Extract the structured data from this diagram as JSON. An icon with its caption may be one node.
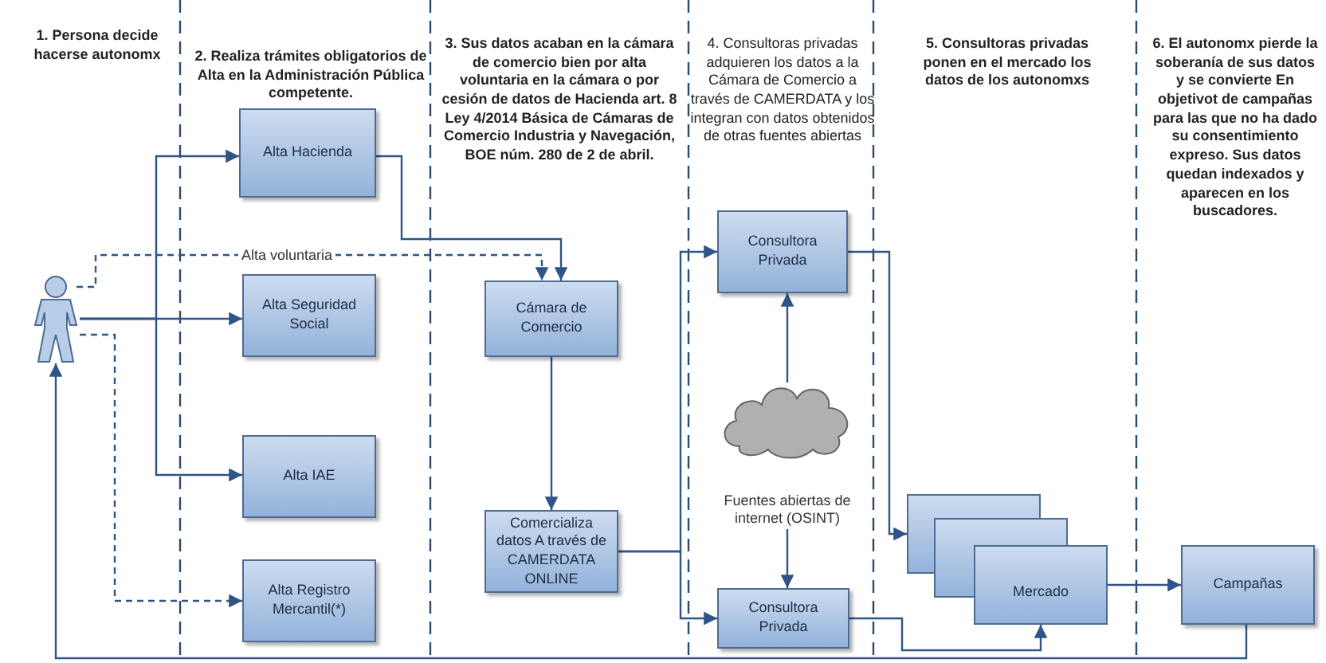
{
  "diagram": {
    "nodes": [
      {
        "text": [],
        "shape": "person"
      },
      {
        "text": [
          "Alta Hacienda"
        ]
      },
      {
        "text": [
          "Alta Seguridad Social"
        ]
      },
      {
        "text": [
          "Alta IAE"
        ]
      },
      {
        "text": [
          "Alta Registro Mercantil(*)"
        ]
      },
      {
        "text": [
          "Cámara de Comercio"
        ]
      },
      {
        "text": [
          "Comercializa datos A través de CAMERDATA ONLINE"
        ]
      },
      {
        "text": [
          "Consultora Privada"
        ]
      },
      {
        "text": [
          "Fuentes abiertas de internet (OSINT)"
        ]
      },
      {
        "text": [
          "Consultora Privada"
        ]
      },
      {
        "text": [
          "Mercado"
        ]
      },
      {
        "text": [
          "Campañas"
        ]
      }
    ],
    "edges": [
      {
        "from": 0,
        "to": 1,
        "arrow": "to"
      },
      {
        "from": 0,
        "to": 2,
        "arrow": "to"
      },
      {
        "from": 0,
        "to": 3,
        "arrow": "to"
      },
      {
        "from": 0,
        "to": 4,
        "arrow": "to",
        "style": "dashed"
      },
      {
        "from": 0,
        "to": 5,
        "arrow": "to",
        "style": "dashed",
        "label": "Alta voluntaria"
      },
      {
        "from": 1,
        "to": 5,
        "arrow": "to"
      },
      {
        "from": 5,
        "to": 6,
        "arrow": "to"
      },
      {
        "from": 6,
        "to": 7,
        "arrow": "to"
      },
      {
        "from": 6,
        "to": 9,
        "arrow": "to"
      },
      {
        "from": 8,
        "to": 7,
        "arrow": "to"
      },
      {
        "from": 8,
        "to": 9,
        "arrow": "to"
      },
      {
        "from": 7,
        "to": 10,
        "arrow": "to"
      },
      {
        "from": 9,
        "to": 10,
        "arrow": "to"
      },
      {
        "from": 10,
        "to": 11,
        "arrow": "to"
      },
      {
        "from": 11,
        "to": 0,
        "arrow": "to"
      }
    ],
    "labels": [
      "1. Persona decide hacerse autonomx",
      "2. Realiza trámites obligatorios de Alta en la Administración Pública competente.",
      "3. Sus datos acaban en la cámara de comercio bien por alta voluntaria en la cámara o por cesión de datos de Hacienda art. 8 Ley 4/2014 Básica de Cámaras de Comercio Industria y Navegación, BOE núm. 280 de 2 de abril.",
      "4. Consultoras privadas adquieren los datos a la Cámara de Comercio a través de CAMERDATA y los integran con datos obtenidos de otras fuentes abiertas",
      "5. Consultoras privadas ponen en el mercado los datos de los autonomxs",
      "6. El autonomx pierde la soberanía de sus datos y se convierte En objetivot de campañas para las que no ha dado su consentimiento expreso. Sus datos quedan indexados y aparecen en los buscadores."
    ]
  }
}
